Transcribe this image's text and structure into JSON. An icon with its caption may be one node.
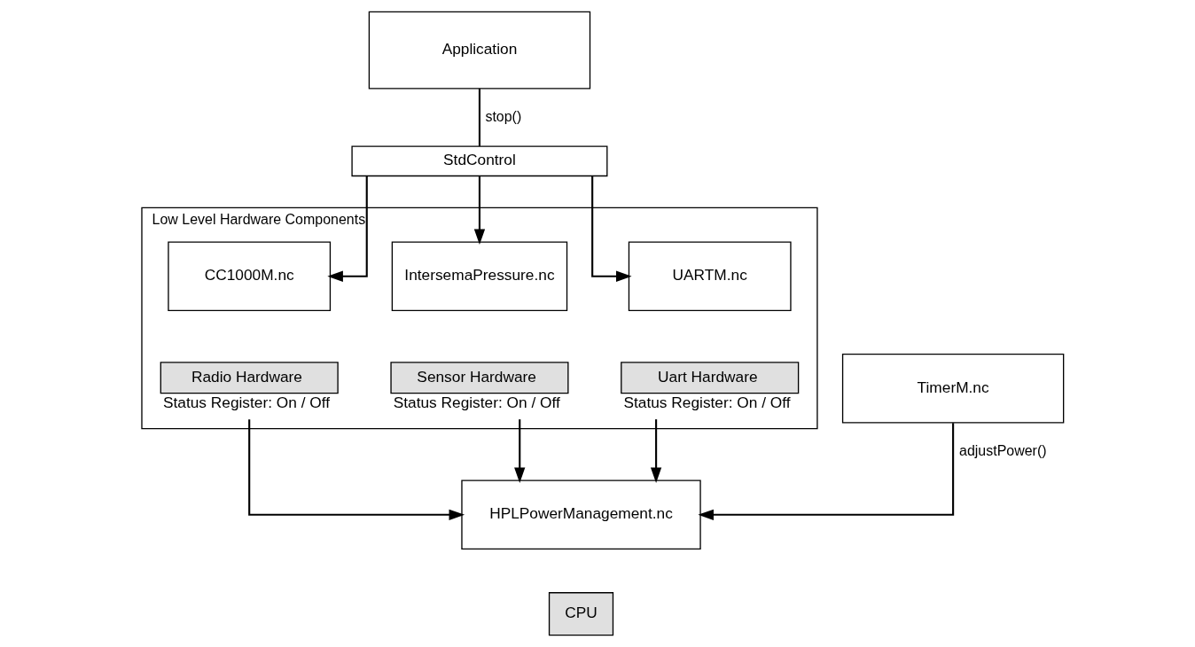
{
  "diagram": {
    "nodes": [
      {
        "text": [
          "Application"
        ]
      },
      {
        "text": [
          "StdControl"
        ]
      },
      {
        "text": [
          "Low Level Hardware Components"
        ]
      },
      {
        "text": [
          "CC1000M.nc"
        ],
        "in": 2
      },
      {
        "text": [
          "Radio Hardware"
        ],
        "in": 2,
        "beside": [
          "Status Register: On / Off"
        ]
      },
      {
        "text": [
          "IntersemaPressure.nc"
        ],
        "in": 2
      },
      {
        "text": [
          "Sensor Hardware"
        ],
        "in": 2,
        "beside": [
          "Status Register: On / Off"
        ]
      },
      {
        "text": [
          "UARTM.nc"
        ],
        "in": 2
      },
      {
        "text": [
          "Uart Hardware"
        ],
        "in": 2,
        "beside": [
          "Status Register: On / Off"
        ]
      },
      {
        "text": [
          "TimerM.nc"
        ]
      },
      {
        "text": [
          "HPLPowerManagement.nc"
        ]
      },
      {
        "text": [
          "CPU"
        ]
      }
    ],
    "edges": [
      {
        "from": 0,
        "to": 1,
        "arrow": "none",
        "label": "stop()"
      },
      {
        "from": 1,
        "to": 3,
        "arrow": "to"
      },
      {
        "from": 1,
        "to": 5,
        "arrow": "to"
      },
      {
        "from": 1,
        "to": 7,
        "arrow": "to"
      },
      {
        "from": 9,
        "to": 10,
        "arrow": "to",
        "label": "adjustPower()"
      },
      {
        "from": 4,
        "to": 10,
        "arrow": "to"
      },
      {
        "from": 6,
        "to": 10,
        "arrow": "to"
      },
      {
        "from": 8,
        "to": 10,
        "arrow": "to"
      }
    ]
  }
}
